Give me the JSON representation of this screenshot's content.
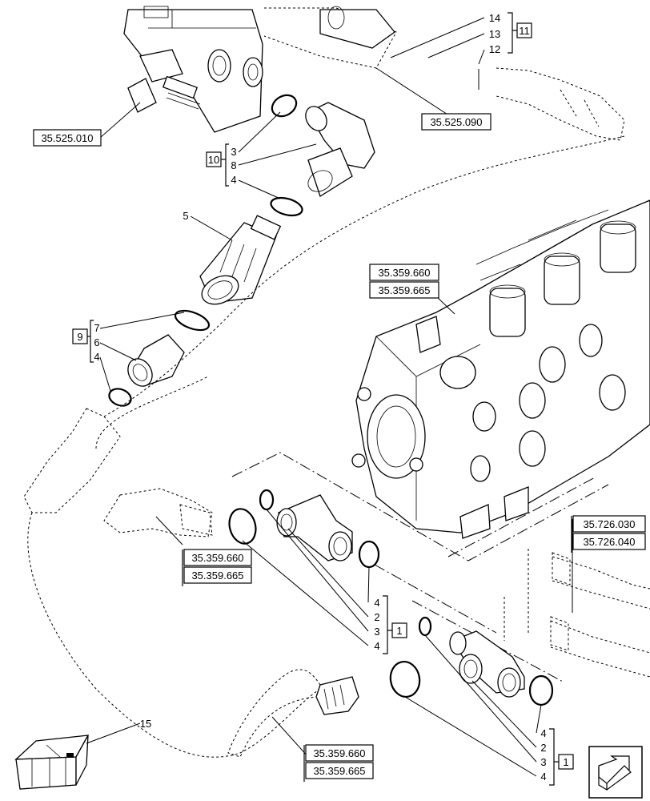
{
  "callouts": {
    "c14": "14",
    "c13": "13",
    "c12": "12",
    "c3a": "3",
    "c8": "8",
    "c4a": "4",
    "c5": "5",
    "c7": "7",
    "c6": "6",
    "c4b": "4",
    "c4c": "4",
    "c2a": "2",
    "c3c": "3",
    "c4d": "4",
    "c4e": "4",
    "c2b": "2",
    "c3e": "3",
    "c4f": "4",
    "c15": "15"
  },
  "groups": {
    "g11": "11",
    "g10": "10",
    "g9": "9",
    "g1a": "1",
    "g1b": "1"
  },
  "refs": {
    "r1": "35.525.010",
    "r2": "35.525.090",
    "r3a": "35.359.660",
    "r3b": "35.359.665",
    "r4a": "35.359.660",
    "r4b": "35.359.665",
    "r5a": "35.726.030",
    "r5b": "35.726.040",
    "r6a": "35.359.660",
    "r6b": "35.359.665"
  },
  "icons": {
    "kit": "kit-box-icon",
    "nav": "next-page-arrow-icon"
  }
}
